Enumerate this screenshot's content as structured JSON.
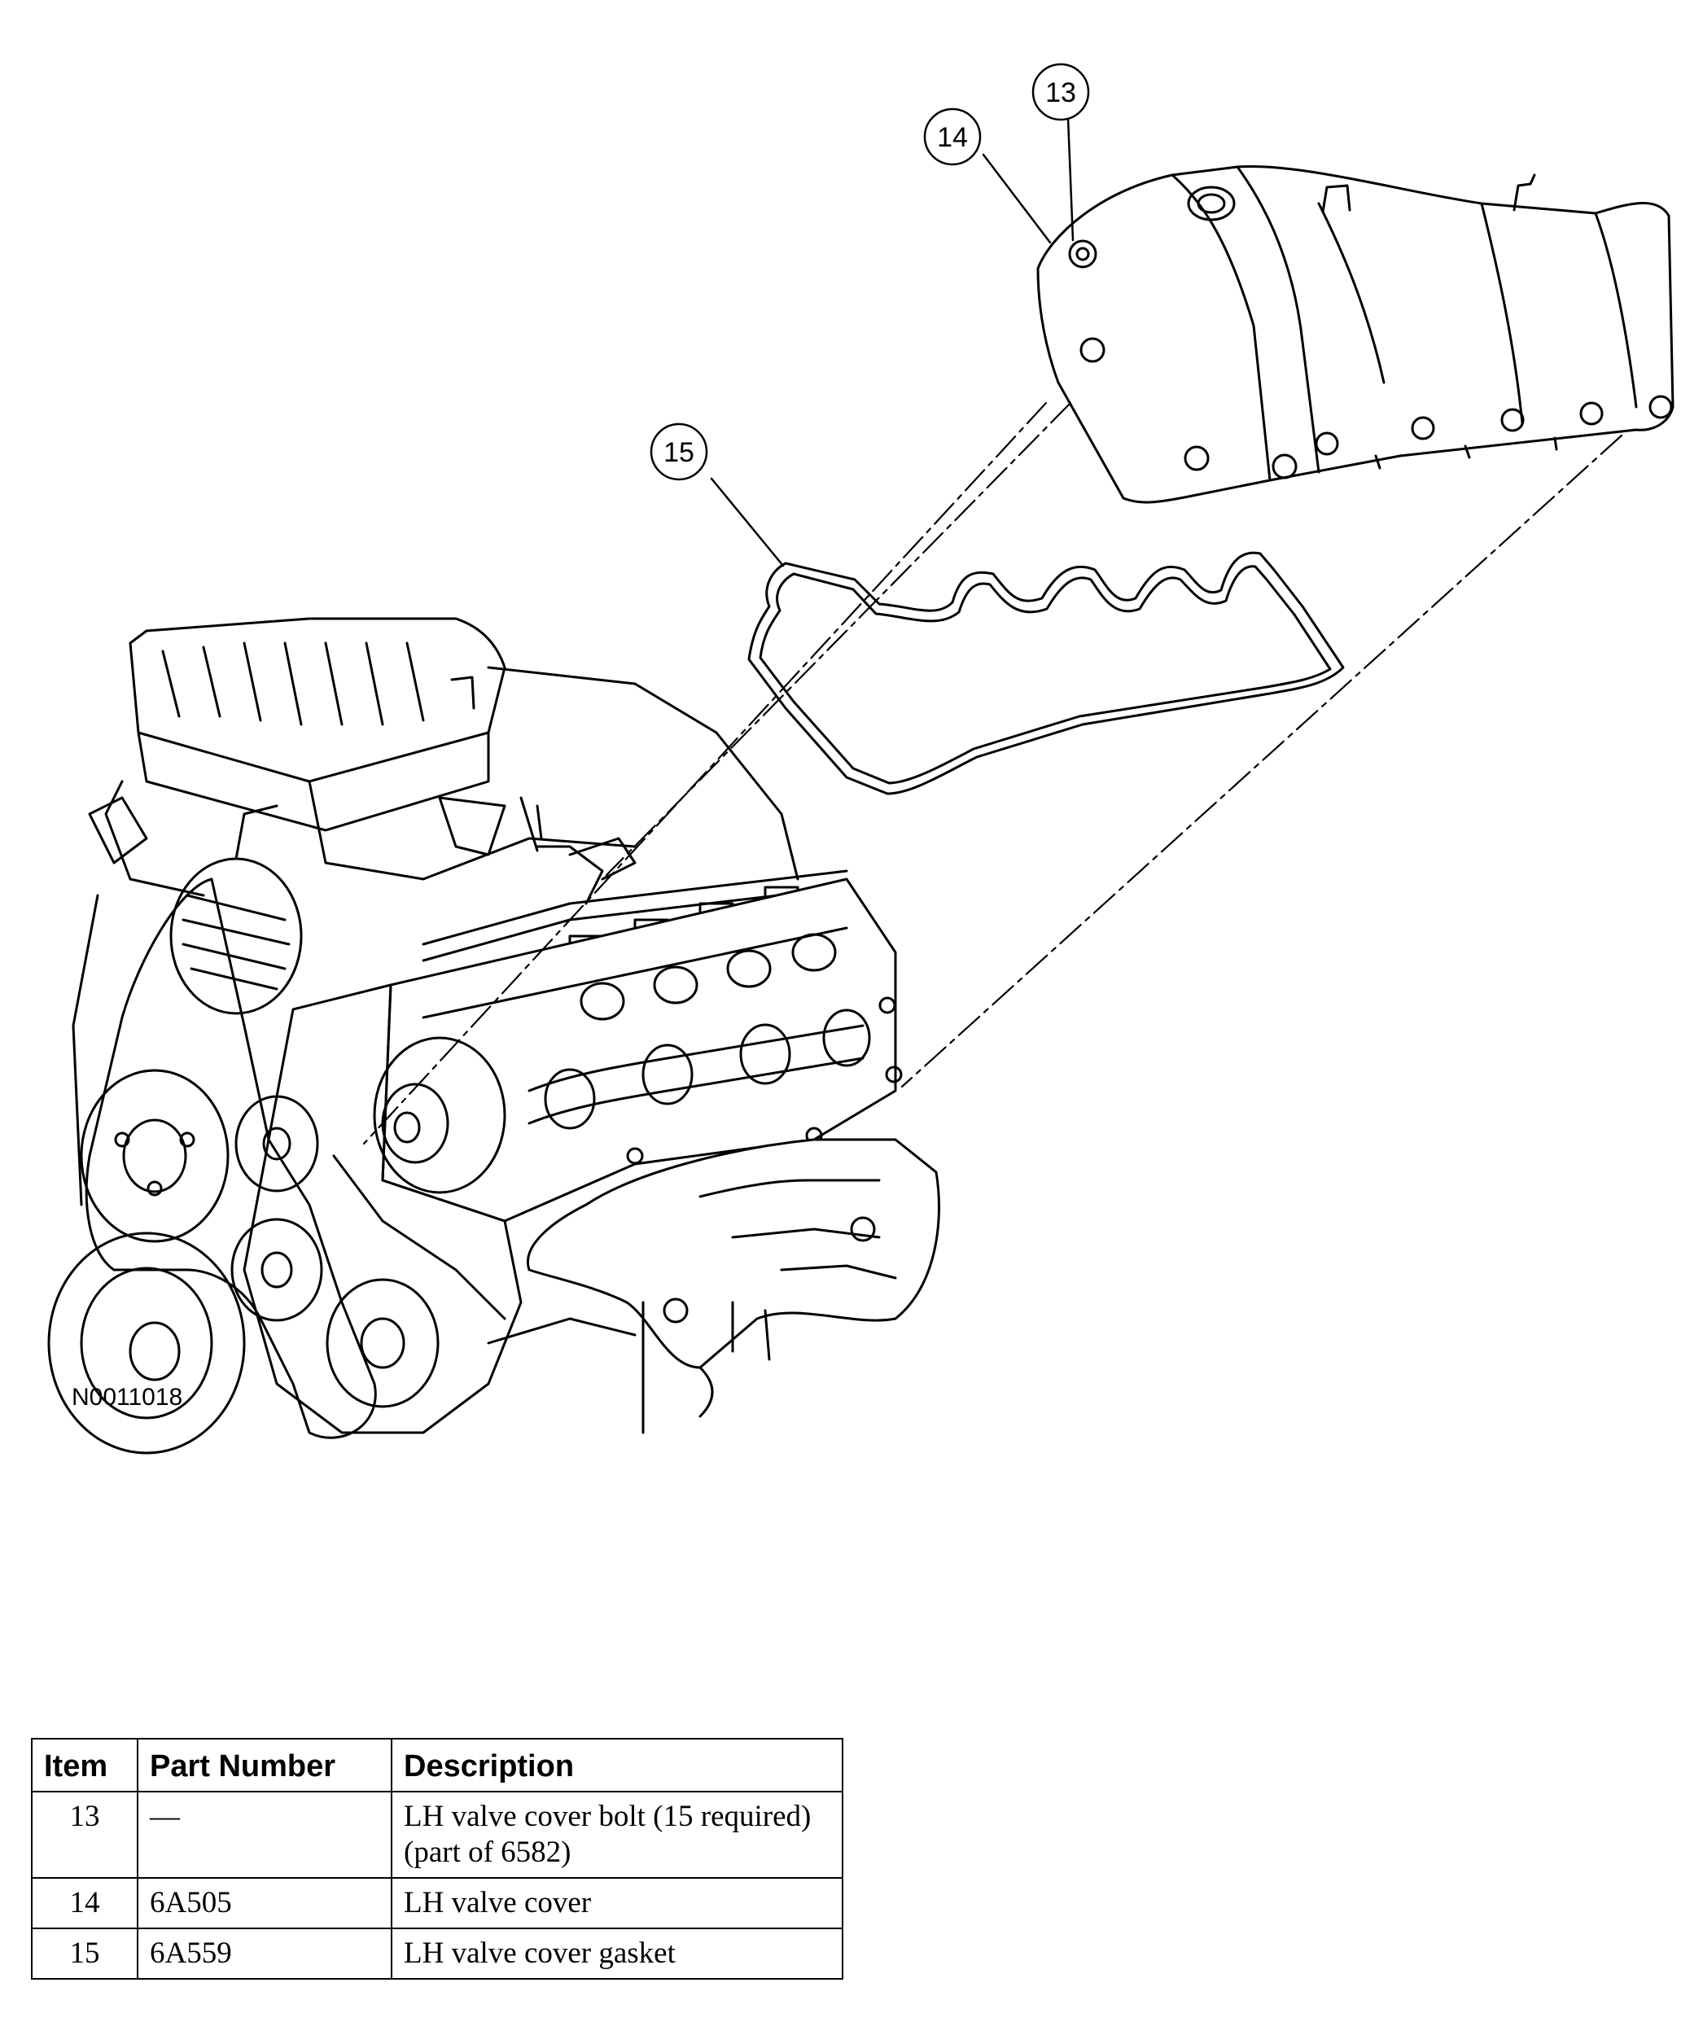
{
  "figure": {
    "id": "N0011018",
    "callouts": [
      {
        "label": "13",
        "part": "LH valve cover bolt"
      },
      {
        "label": "14",
        "part": "LH valve cover"
      },
      {
        "label": "15",
        "part": "LH valve cover gasket"
      }
    ]
  },
  "table": {
    "headers": [
      "Item",
      "Part Number",
      "Description"
    ],
    "rows": [
      {
        "item": "13",
        "part_number": "—",
        "description": "LH valve cover bolt (15 required) (part of 6582)"
      },
      {
        "item": "14",
        "part_number": "6A505",
        "description": "LH valve cover"
      },
      {
        "item": "15",
        "part_number": "6A559",
        "description": "LH valve cover gasket"
      }
    ]
  }
}
